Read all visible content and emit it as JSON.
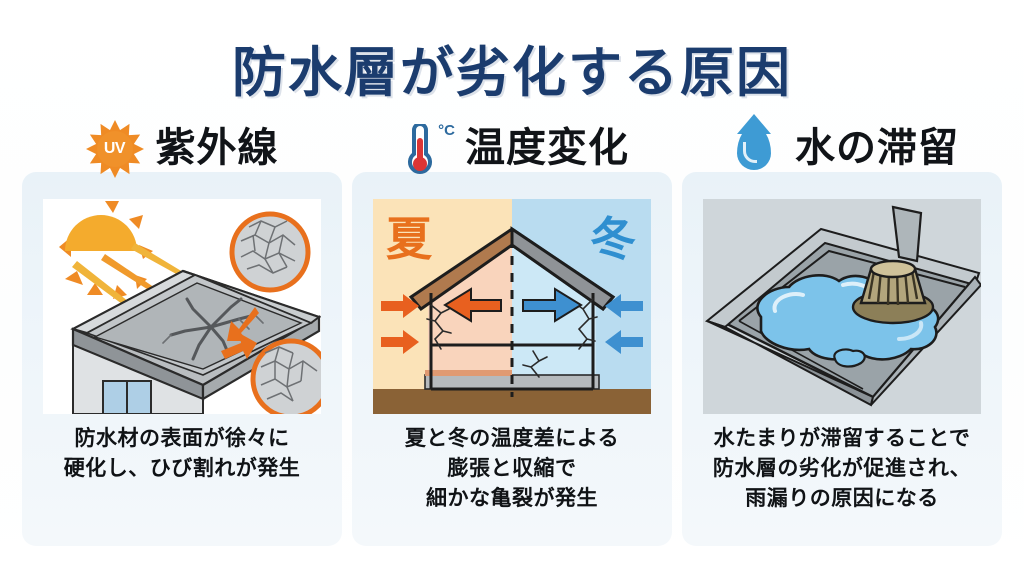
{
  "title": "防水層が劣化する原因",
  "colors": {
    "title": "#1b3c6e",
    "card_bg": "#eef5fa",
    "sun_orange": "#f0912a",
    "arrow_orange": "#ef7a22",
    "arrow_blue": "#3e90d0",
    "summer_bg": "#fbe3b8",
    "winter_bg": "#b9dcf0",
    "water_blue": "#7cc3ea",
    "heading_text": "#111418",
    "caption_text": "#101316"
  },
  "panels": [
    {
      "id": "uv",
      "icon": "sun-uv-icon",
      "icon_label": "UV",
      "heading": "紫外線",
      "illustration": "cracked-rooftop-with-sun-rays",
      "caption_lines": [
        "防水材の表面が徐々に",
        "硬化し、ひび割れが発生"
      ]
    },
    {
      "id": "temperature",
      "icon": "thermometer-icon",
      "icon_label": "°C",
      "heading": "温度変化",
      "illustration": "house-cross-section-summer-winter",
      "labels": {
        "summer": "夏",
        "winter": "冬"
      },
      "caption_lines": [
        "夏と冬の温度差による",
        "膨張と収縮で",
        "細かな亀裂が発生"
      ]
    },
    {
      "id": "water",
      "icon": "water-drop-icon",
      "heading": "水の滞留",
      "illustration": "flat-roof-puddle-with-drain",
      "caption_lines": [
        "水たまりが滞留することで",
        "防水層の劣化が促進され、",
        "雨漏りの原因になる"
      ]
    }
  ]
}
